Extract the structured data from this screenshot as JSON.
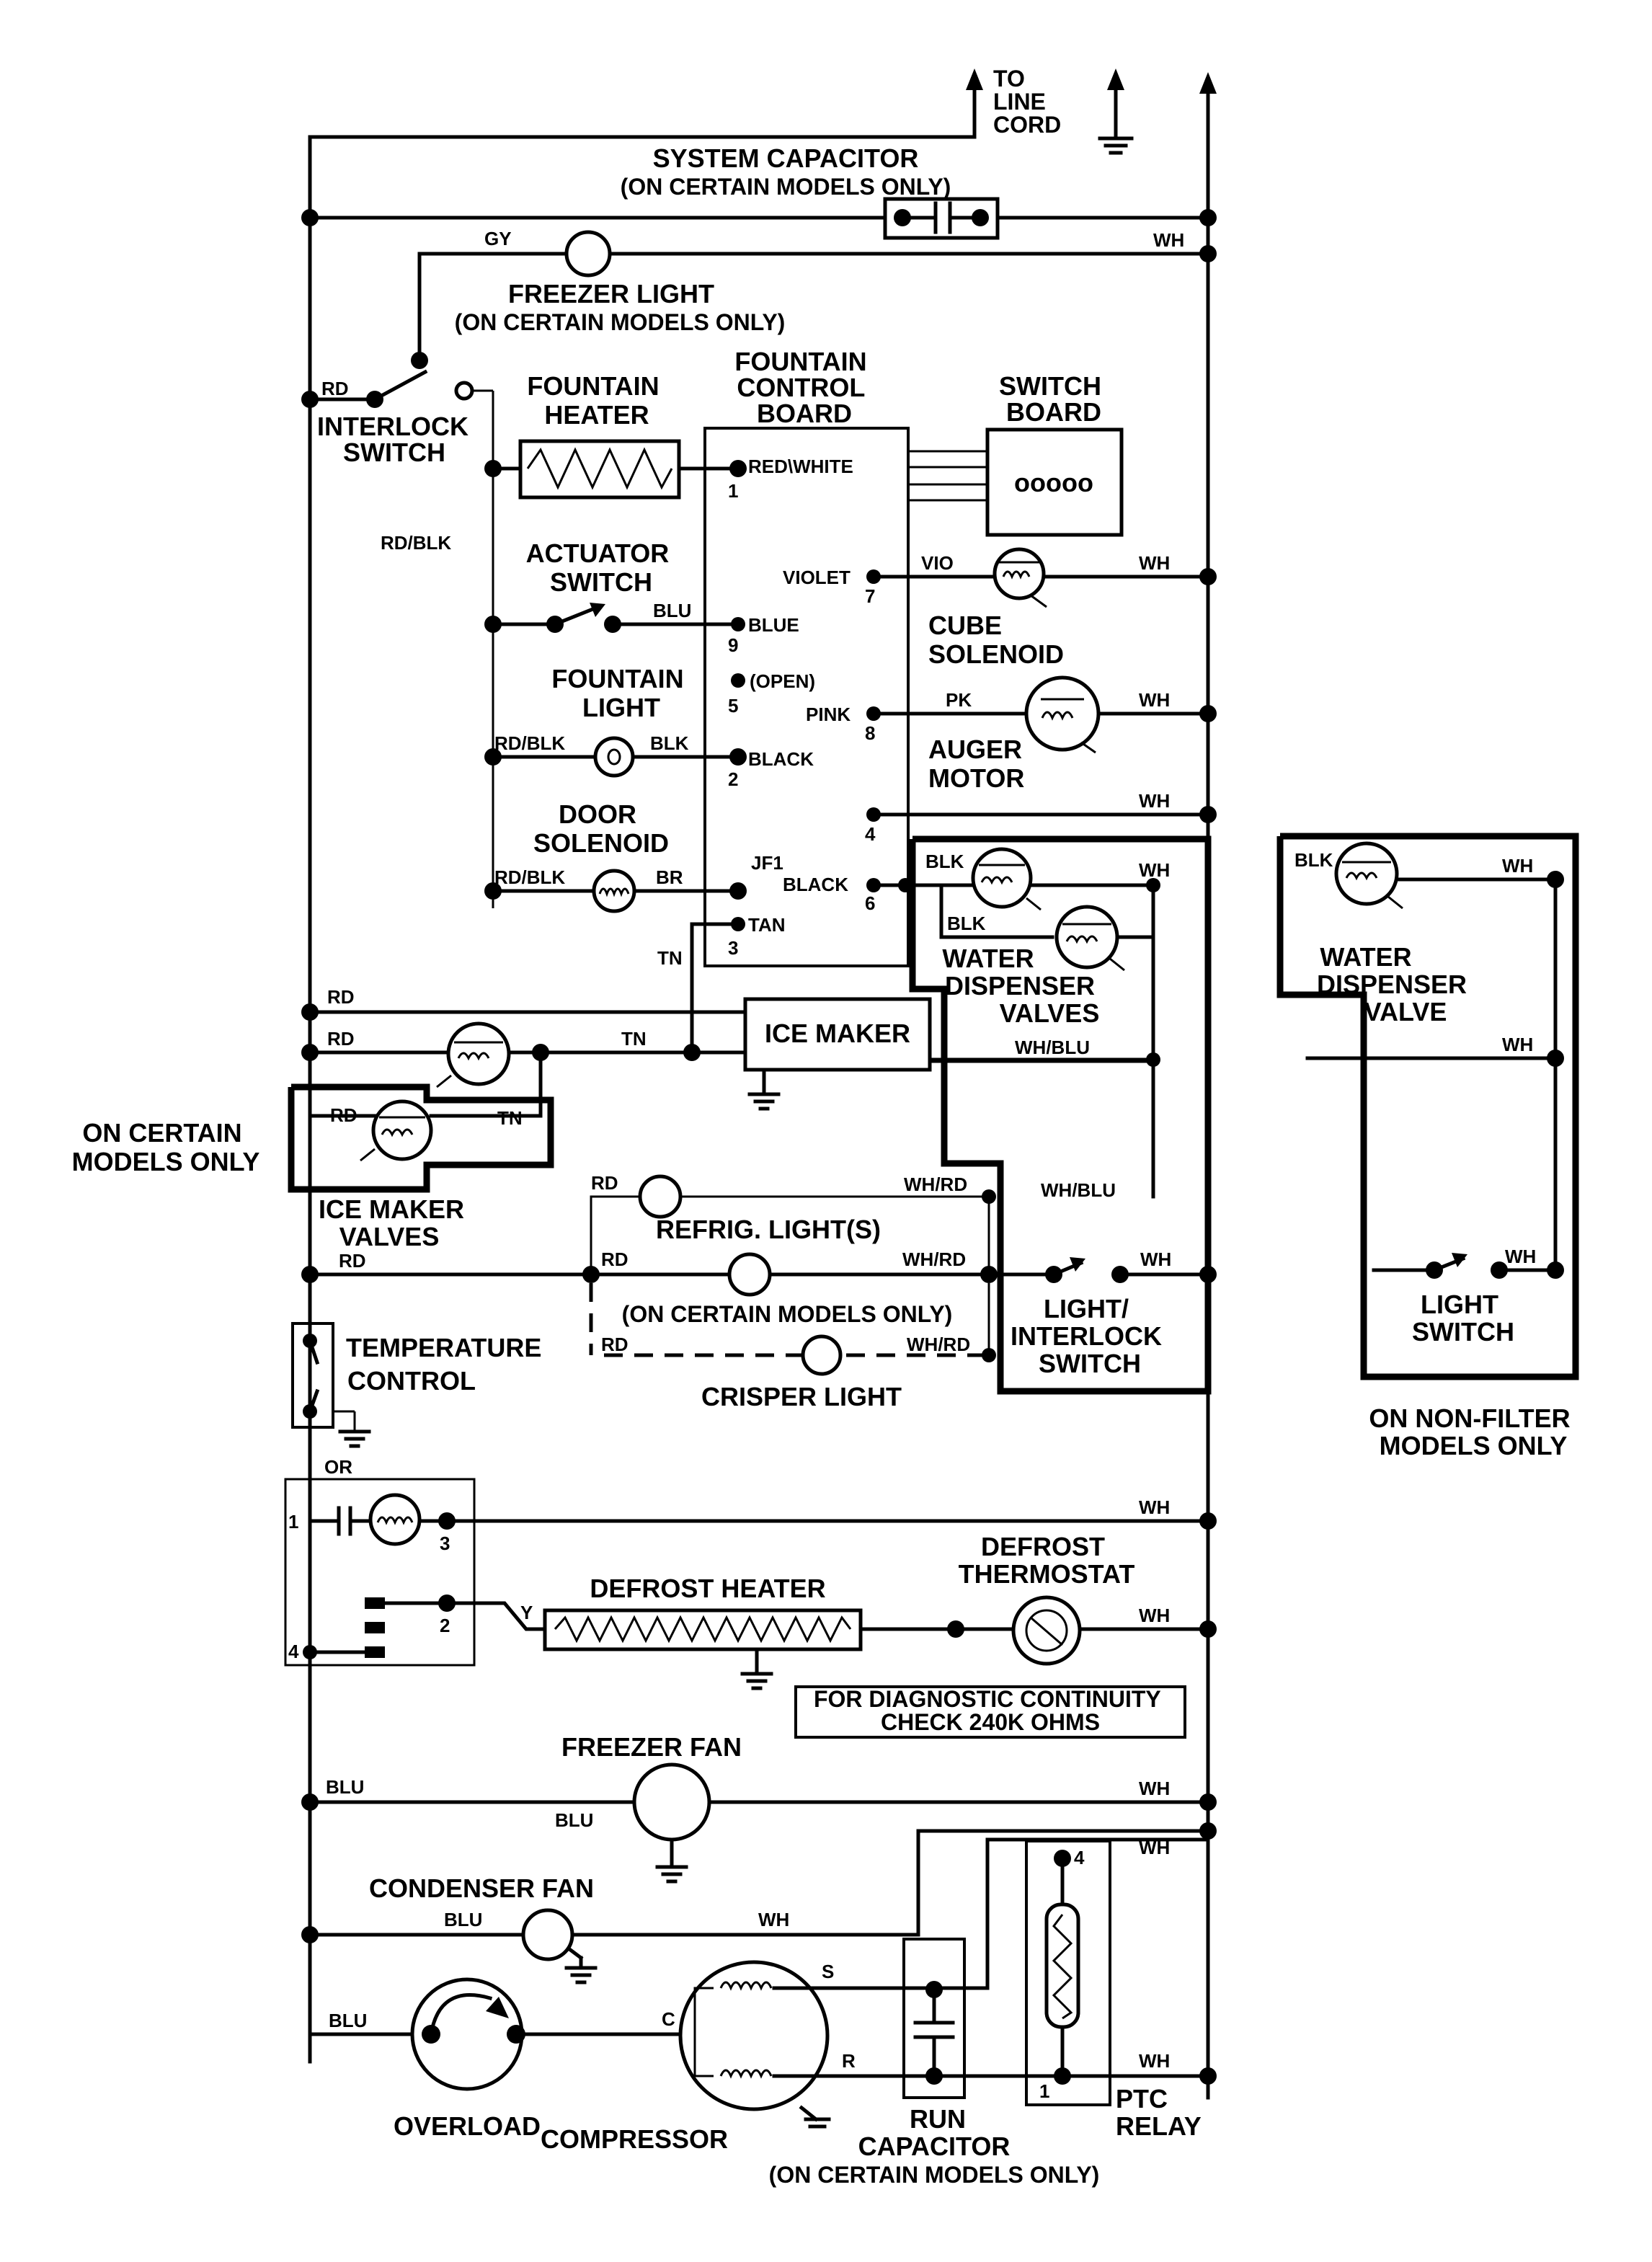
{
  "labels": {
    "to_line_cord": [
      "TO",
      "LINE",
      "CORD"
    ],
    "system_capacitor": "SYSTEM CAPACITOR",
    "on_certain_models_only_paren": "(ON CERTAIN MODELS ONLY)",
    "freezer_light": "FREEZER LIGHT",
    "interlock_switch": [
      "INTERLOCK",
      "SWITCH"
    ],
    "fountain_heater": [
      "FOUNTAIN",
      "HEATER"
    ],
    "fountain_control_board": [
      "FOUNTAIN",
      "CONTROL",
      "BOARD"
    ],
    "switch_board": [
      "SWITCH",
      "BOARD"
    ],
    "switch_board_contacts": "ooooo",
    "actuator_switch": [
      "ACTUATOR",
      "SWITCH"
    ],
    "fountain_light": [
      "FOUNTAIN",
      "LIGHT"
    ],
    "door_solenoid": [
      "DOOR",
      "SOLENOID"
    ],
    "cube_solenoid": [
      "CUBE",
      "SOLENOID"
    ],
    "auger_motor": [
      "AUGER",
      "MOTOR"
    ],
    "water_dispenser_valves": [
      "WATER",
      "DISPENSER",
      "VALVES"
    ],
    "water_dispenser_valve": [
      "WATER",
      "DISPENSER",
      "VALVE"
    ],
    "ice_maker": "ICE MAKER",
    "on_certain_models_only": [
      "ON CERTAIN",
      "MODELS ONLY"
    ],
    "ice_maker_valves": [
      "ICE MAKER",
      "VALVES"
    ],
    "refrig_lights": "REFRIG. LIGHT(S)",
    "crisper_light": "CRISPER LIGHT",
    "light_interlock_switch": [
      "LIGHT/",
      "INTERLOCK",
      "SWITCH"
    ],
    "light_switch": [
      "LIGHT",
      "SWITCH"
    ],
    "on_non_filter_models_only": [
      "ON NON-FILTER",
      "MODELS ONLY"
    ],
    "temperature_control": [
      "TEMPERATURE",
      "CONTROL"
    ],
    "defrost_heater": "DEFROST HEATER",
    "defrost_thermostat": [
      "DEFROST",
      "THERMOSTAT"
    ],
    "diagnostic_note": [
      "FOR DIAGNOSTIC CONTINUITY",
      "CHECK 240K OHMS"
    ],
    "freezer_fan": "FREEZER FAN",
    "condenser_fan": "CONDENSER FAN",
    "overload": "OVERLOAD",
    "compressor": "COMPRESSOR",
    "run_capacitor": [
      "RUN",
      "CAPACITOR"
    ],
    "ptc_relay": [
      "PTC",
      "RELAY"
    ]
  },
  "board_pins": {
    "red_white": "RED\\WHITE",
    "p1": "1",
    "violet": "VIOLET",
    "p7": "7",
    "blue": "BLUE",
    "p9": "9",
    "open": "(OPEN)",
    "p5": "5",
    "pink": "PINK",
    "p8": "8",
    "black": "BLACK",
    "p2": "2",
    "p4": "4",
    "jf1": "JF1",
    "black6": "BLACK",
    "p6": "6",
    "tan": "TAN",
    "p3": "3"
  },
  "wire_colors": {
    "gy": "GY",
    "wh": "WH",
    "rd": "RD",
    "rd_blk": "RD/BLK",
    "blu": "BLU",
    "blk": "BLK",
    "br": "BR",
    "vio": "VIO",
    "pk": "PK",
    "tn": "TN",
    "wh_blu": "WH/BLU",
    "wh_rd": "WH/RD",
    "or": "OR",
    "y": "Y"
  },
  "terminals": {
    "t1": "1",
    "t2": "2",
    "t3": "3",
    "t4": "4",
    "c": "C",
    "s": "S",
    "r": "R",
    "relay_4": "4",
    "relay_1": "1"
  }
}
